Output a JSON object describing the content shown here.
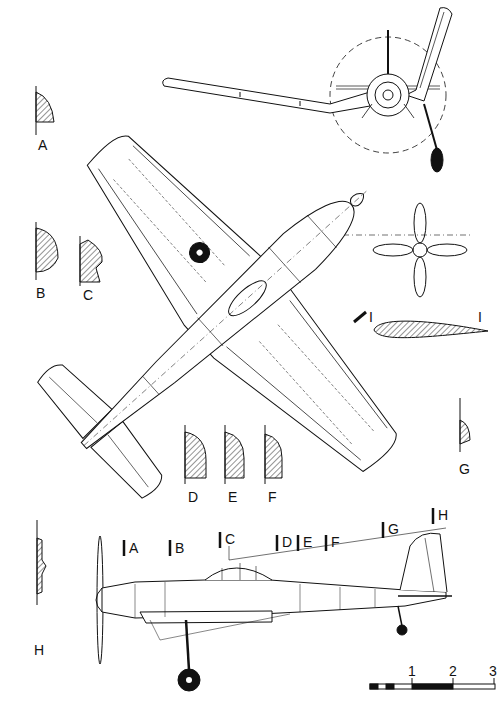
{
  "diagram": {
    "labels": [
      "A",
      "B",
      "C",
      "I",
      "I",
      "D",
      "E",
      "F",
      "G",
      "A",
      "B",
      "C",
      "D",
      "E",
      "F",
      "G",
      "H",
      "H",
      "1",
      "2",
      "3"
    ]
  }
}
